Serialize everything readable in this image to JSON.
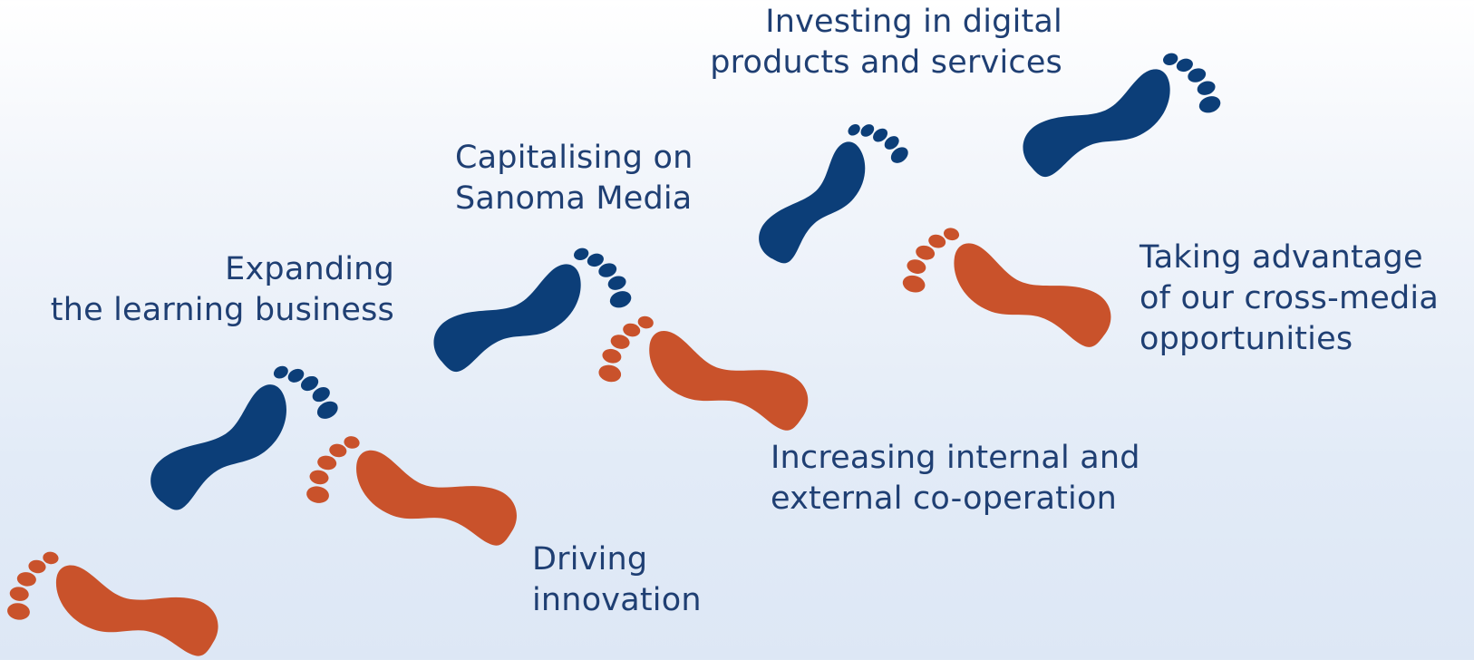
{
  "colors": {
    "blue_foot": "#0c3e78",
    "orange_foot": "#c9522b",
    "text": "#1f3f73"
  },
  "labels": {
    "investing": {
      "line1": "Investing in digital",
      "line2": "products and services"
    },
    "capitalising": {
      "line1": "Capitalising on",
      "line2": "Sanoma Media"
    },
    "expanding": {
      "line1": "Expanding",
      "line2": "the learning business"
    },
    "taking_advantage": {
      "line1": "Taking advantage",
      "line2": "of our cross-media",
      "line3": "opportunities"
    },
    "increasing": {
      "line1": "Increasing internal and",
      "line2": "external co-operation"
    },
    "driving": {
      "line1": "Driving",
      "line2": "innovation"
    }
  }
}
